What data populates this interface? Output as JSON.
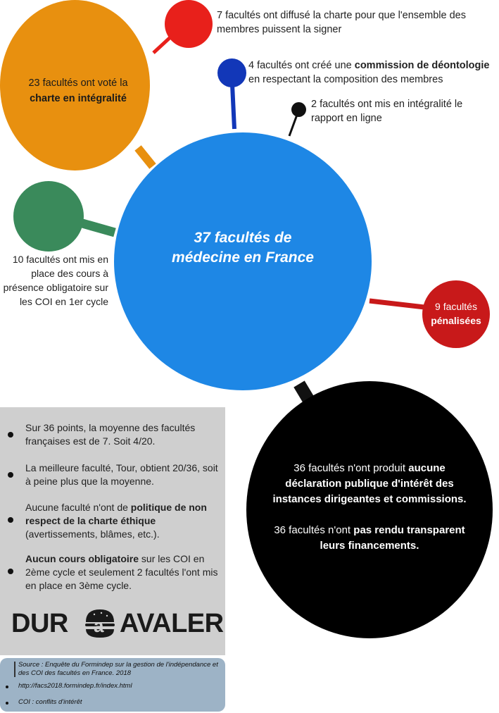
{
  "hub": {
    "label": "37 facultés de médecine en France",
    "color": "#1e87e5"
  },
  "nodes": {
    "charte_diffusee": {
      "text_pre": "7 facultés ont diffusé la charte pour que l'ensemble des membres puissent la signer",
      "color": "#e8201b"
    },
    "commission": {
      "text_pre": "4 facultés ont créé une ",
      "text_bold": "commission de déontologie",
      "text_post": " en respectant la composition des membres",
      "color": "#1237b8"
    },
    "rapport": {
      "text_pre": "2 facultés ont mis en intégralité le rapport en ligne",
      "color": "#111111"
    },
    "charte_votee": {
      "text_pre": "23 facultés ont voté la ",
      "text_bold": "charte en intégralité",
      "color": "#e8900f"
    },
    "cours": {
      "text_pre": "10 facultés ont mis en place des cours à présence obligatoire sur les COI en 1er cycle",
      "color": "#3a8a5b"
    },
    "penalisees": {
      "text_pre": "9 facultés",
      "text_bold": "pénalisées",
      "color": "#c8191a"
    },
    "declaration": {
      "p1_pre": "36 facultés n'ont produit ",
      "p1_bold": "aucune déclaration publique d'intérêt des instances dirigeantes et commissions.",
      "p2_pre": "36 facultés n'ont ",
      "p2_bold": "pas rendu transparent leurs financements.",
      "color": "#000000"
    }
  },
  "facts": [
    {
      "pre": "Sur 36 points, la moyenne des facultés françaises est de 7. Soit 4/20.",
      "bold": "",
      "post": ""
    },
    {
      "pre": "La meilleure faculté, Tour, obtient 20/36, soit à peine plus que la moyenne.",
      "bold": "",
      "post": ""
    },
    {
      "pre": "Aucune faculté n'ont de ",
      "bold": "politique de non respect de la charte éthique",
      "post": " (avertissements, blâmes, etc.)."
    },
    {
      "pre": "",
      "bold": "Aucun cours obligatoire",
      "post": " sur les COI en 2ème cycle et seulement 2 facultés l'ont mis en place en 3ème cycle."
    }
  ],
  "logo": {
    "part1": "DUR",
    "part2": "a",
    "part3": "AVALER"
  },
  "source": {
    "text": "Source : Enquête du Formindep sur la gestion de l'indépendance et des COI des facultés en France. 2018",
    "items": [
      "http://facs2018.formindep.fr/index.html",
      "COI : conflits d'intérêt"
    ]
  }
}
